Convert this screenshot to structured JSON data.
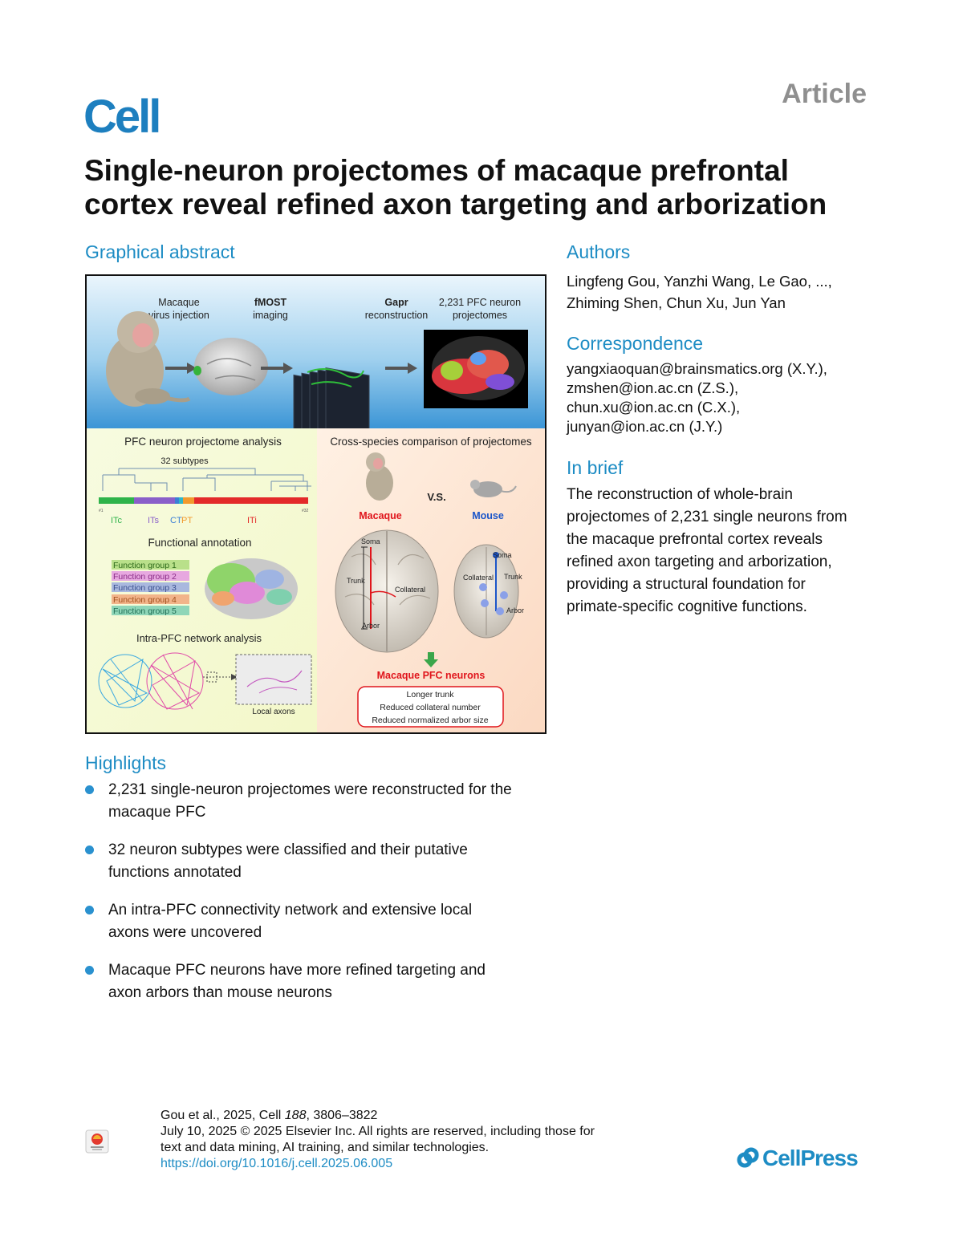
{
  "header": {
    "journal": "Cell",
    "article_type": "Article",
    "title_line1": "Single-neuron projectomes of macaque prefrontal",
    "title_line2": "cortex reveal refined axon targeting and arborization"
  },
  "graphical_abstract": {
    "heading": "Graphical abstract",
    "top": {
      "step1_l1": "Macaque",
      "step1_l2": "virus injection",
      "step2_l1": "fMOST",
      "step2_l2": "imaging",
      "step3_l1": "Gapr",
      "step3_l2": "reconstruction",
      "step4_l1": "2,231 PFC neuron",
      "step4_l2": "projectomes"
    },
    "left": {
      "title": "PFC neuron projectome analysis",
      "subtypes": "32 subtypes",
      "tick_first": "#1",
      "tick_last": "#32",
      "class_itc": "ITc",
      "class_its": "ITs",
      "class_ct": "CT",
      "class_pt": "PT",
      "class_iti": "ITi",
      "functional_title": "Functional annotation",
      "groups": [
        "Function group 1",
        "Function group 2",
        "Function group 3",
        "Function group 4",
        "Function group 5"
      ],
      "group_colors": [
        "#b9e08a",
        "#e7a8e0",
        "#a9b8de",
        "#f2b48a",
        "#8fd6b8"
      ],
      "network_title": "Intra-PFC network analysis",
      "local_axons": "Local axons"
    },
    "right": {
      "title": "Cross-species comparison of projectomes",
      "macaque": "Macaque",
      "vs": "V.S.",
      "mouse": "Mouse",
      "soma": "Soma",
      "trunk": "Trunk",
      "collateral": "Collateral",
      "arbor": "Arbor",
      "result_title": "Macaque PFC neurons",
      "result_1": "Longer trunk",
      "result_2": "Reduced collateral number",
      "result_3": "Reduced normalized arbor size"
    }
  },
  "authors": {
    "heading": "Authors",
    "line1": "Lingfeng Gou, Yanzhi Wang, Le Gao, ...,",
    "line2": "Zhiming Shen, Chun Xu, Jun Yan"
  },
  "correspondence": {
    "heading": "Correspondence",
    "lines": [
      "yangxiaoquan@brainsmatics.org (X.Y.),",
      "zmshen@ion.ac.cn (Z.S.),",
      "chun.xu@ion.ac.cn (C.X.),",
      "junyan@ion.ac.cn (J.Y.)"
    ]
  },
  "in_brief": {
    "heading": "In brief",
    "lines": [
      "The reconstruction of whole-brain",
      "projectomes of 2,231 single neurons from",
      "the macaque prefrontal cortex reveals",
      "refined axon targeting and arborization,",
      "providing a structural foundation for",
      "primate-specific cognitive functions."
    ]
  },
  "highlights": {
    "heading": "Highlights",
    "items": [
      {
        "l1": "2,231 single-neuron projectomes were reconstructed for the",
        "l2": "macaque PFC"
      },
      {
        "l1": "32 neuron subtypes were classified and their putative",
        "l2": "functions annotated"
      },
      {
        "l1": "An intra-PFC connectivity network and extensive local",
        "l2": "axons were uncovered"
      },
      {
        "l1": "Macaque PFC neurons have more refined targeting and",
        "l2": "axon arbors than mouse neurons"
      }
    ]
  },
  "footer": {
    "citation_prefix": "Gou et al., 2025, Cell ",
    "volume": "188",
    "pages": ", 3806–3822",
    "line2": "July 10, 2025 © 2025 Elsevier Inc. All rights are reserved, including those for",
    "line3": "text and data mining, AI training, and similar technologies.",
    "doi": "https://doi.org/10.1016/j.cell.2025.06.005",
    "publisher": "CellPress",
    "check_badge": "Check for updates"
  },
  "colors": {
    "accent": "#1d8cc4",
    "article_gray": "#8f8f8f",
    "macaque_red": "#e0151c",
    "mouse_blue": "#1b55c9"
  }
}
